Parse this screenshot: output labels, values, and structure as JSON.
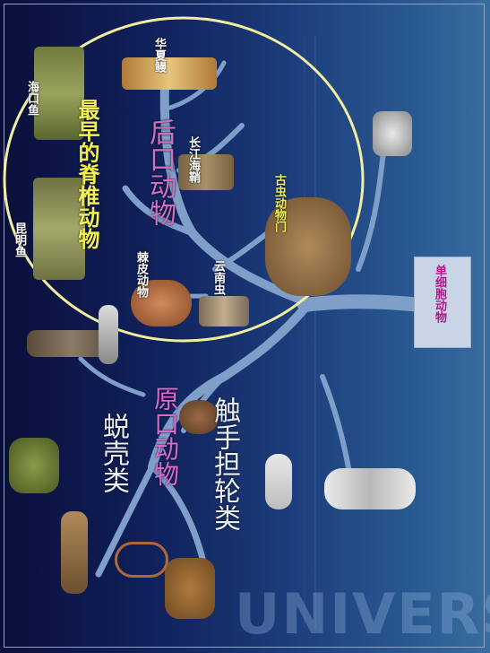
{
  "labels": {
    "early_vertebrates": "最早的脊椎动物",
    "deuterostomes": "后口动物",
    "protostomes": "原口动物",
    "ecdysozoa": "蜕壳类",
    "lophotrochozoa": "触手担轮类",
    "single_cell": "单细胞动物",
    "haikouyu": "海口鱼",
    "kunmingyu": "昆明鱼",
    "huaxia_sea_squirt": "华夏鳗",
    "changjiang_ascidian": "长江海鞘",
    "paleo_phylum": "古虫动物门",
    "echinoderm": "棘皮动物",
    "yunnan_worm": "云南虫"
  },
  "watermark": "UNIVERSITY",
  "colors": {
    "branch": "#7f9fc8",
    "circle": "#f2eea0",
    "title_yellow": "#f2f055",
    "deutero_pink": "#d070c0",
    "proto_pink": "#d96ad0",
    "group_white": "#e8eef6",
    "single_cell_text": "#b2178b"
  }
}
